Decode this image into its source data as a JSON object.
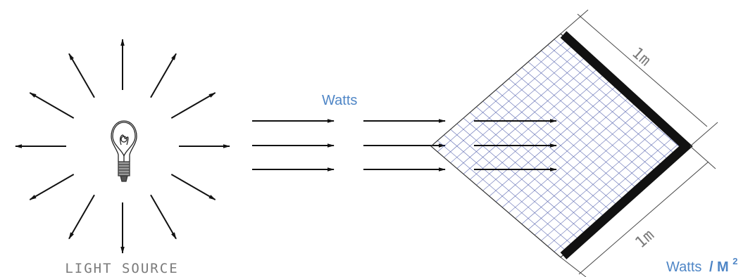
{
  "labels": {
    "light_source": "LIGHT SOURCE",
    "watts": "Watts",
    "watts_per_area_prefix": "Watts",
    "watts_per_area_unit": "/ M",
    "watts_per_area_exponent": "2",
    "side_top": "1m",
    "side_bottom": "1m"
  },
  "colors": {
    "arrow": "#111111",
    "label_blue": "#4f86c6",
    "grid_line": "#2a3b9a",
    "grid_border": "#333333",
    "cad_text": "#7a7a7a"
  },
  "icons": {
    "source": "light-bulb-icon"
  }
}
